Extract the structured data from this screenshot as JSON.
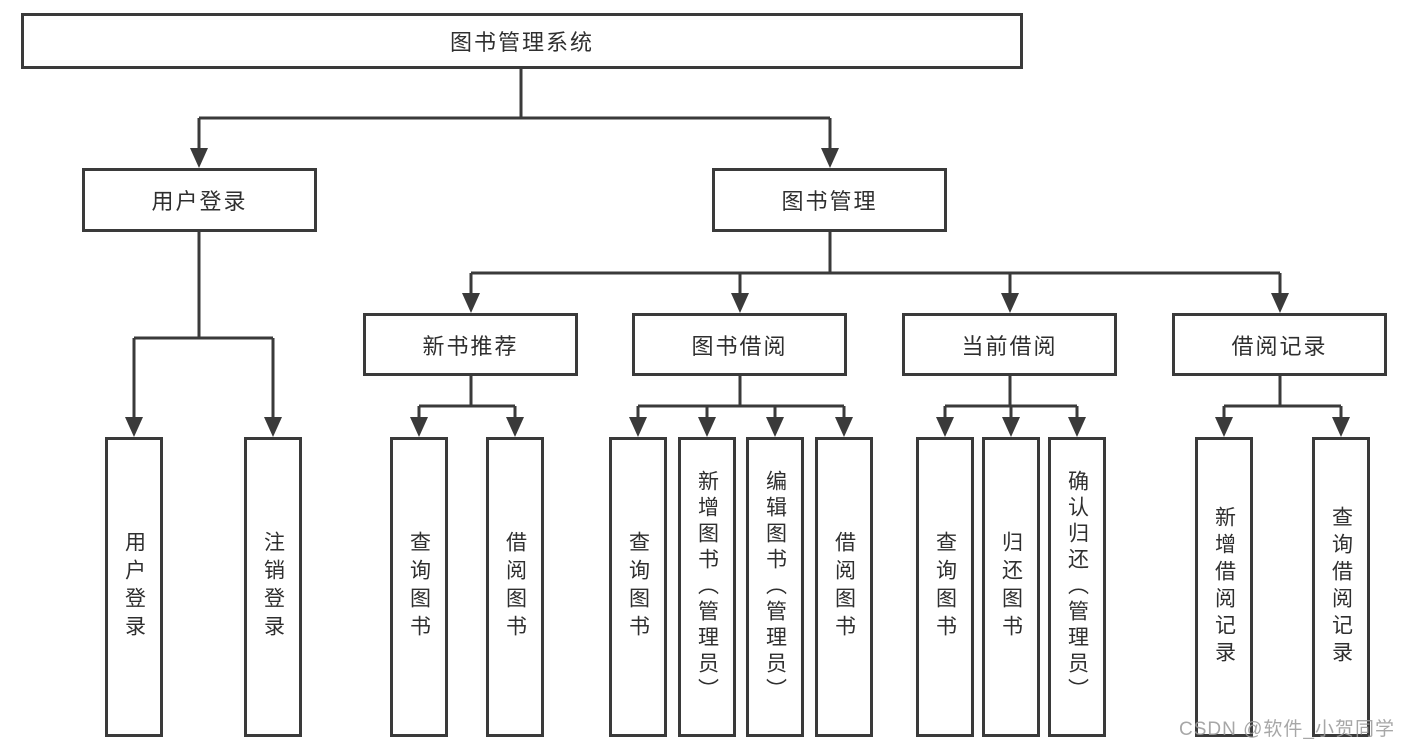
{
  "tree": {
    "root": {
      "label": "图书管理系统",
      "children": [
        {
          "label": "用户登录",
          "children": [
            {
              "label": "用户登录"
            },
            {
              "label": "注销登录"
            }
          ]
        },
        {
          "label": "图书管理",
          "children": [
            {
              "label": "新书推荐",
              "children": [
                {
                  "label": "查询图书"
                },
                {
                  "label": "借阅图书"
                }
              ]
            },
            {
              "label": "图书借阅",
              "children": [
                {
                  "label": "查询图书"
                },
                {
                  "label": "新增图书（管理员）"
                },
                {
                  "label": "编辑图书（管理员）"
                },
                {
                  "label": "借阅图书"
                }
              ]
            },
            {
              "label": "当前借阅",
              "children": [
                {
                  "label": "查询图书"
                },
                {
                  "label": "归还图书"
                },
                {
                  "label": "确认归还（管理员）"
                }
              ]
            },
            {
              "label": "借阅记录",
              "children": [
                {
                  "label": "新增借阅记录"
                },
                {
                  "label": "查询借阅记录"
                }
              ]
            }
          ]
        }
      ]
    }
  },
  "watermark": {
    "text": "CSDN @软件_小贺同学"
  },
  "colors": {
    "line": "#3a3a3a",
    "text": "#2f2f2f",
    "background": "#ffffff",
    "watermark": "#9b9b9b"
  }
}
